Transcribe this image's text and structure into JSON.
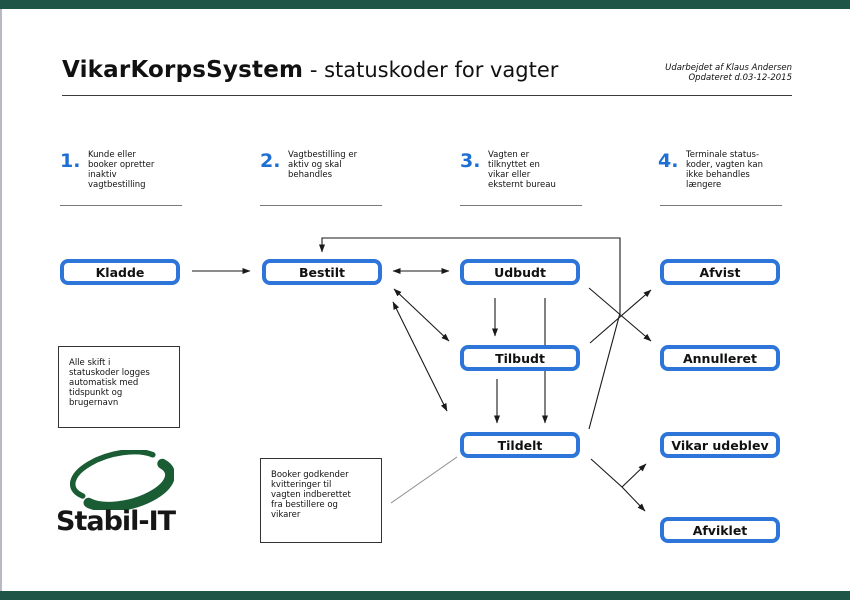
{
  "header": {
    "title_bold": "VikarKorpsSystem",
    "title_rest": " - statuskoder for vagter",
    "credit": "Udarbejdet af Klaus Andersen\nOpdateret d.03-12-2015"
  },
  "steps": [
    {
      "num": "1.",
      "text": "Kunde eller\nbooker opretter\ninaktiv\nvagtbestilling"
    },
    {
      "num": "2.",
      "text": "Vagtbestilling er\naktiv og skal\nbehandles"
    },
    {
      "num": "3.",
      "text": "Vagten er\ntilknyttet en\nvikar eller\neksternt bureau"
    },
    {
      "num": "4.",
      "text": "Terminale status-\nkoder, vagten kan\nikke behandles\nlængere"
    }
  ],
  "statuses": [
    "Kladde",
    "Bestilt",
    "Udbudt",
    "Afvist",
    "Tilbudt",
    "Annulleret",
    "Tildelt",
    "Vikar udeblev",
    "Afviklet"
  ],
  "notes": {
    "log": "Alle skift i\nstatuskoder logges\nautomatisk med\ntidspunkt og\nbrugernavn",
    "booker": "Booker godkender\nkvitteringer til\nvagten indberettet\nfra bestillere og\nvikarer"
  },
  "logo": {
    "text": "Stabil-IT"
  },
  "colors": {
    "box_border_blue": "#2e75d9",
    "step_number_blue": "#1e6fd4",
    "bar_green": "#1f5546",
    "logo_green": "#1a5c33",
    "arrow_black": "#1a1a1a"
  }
}
